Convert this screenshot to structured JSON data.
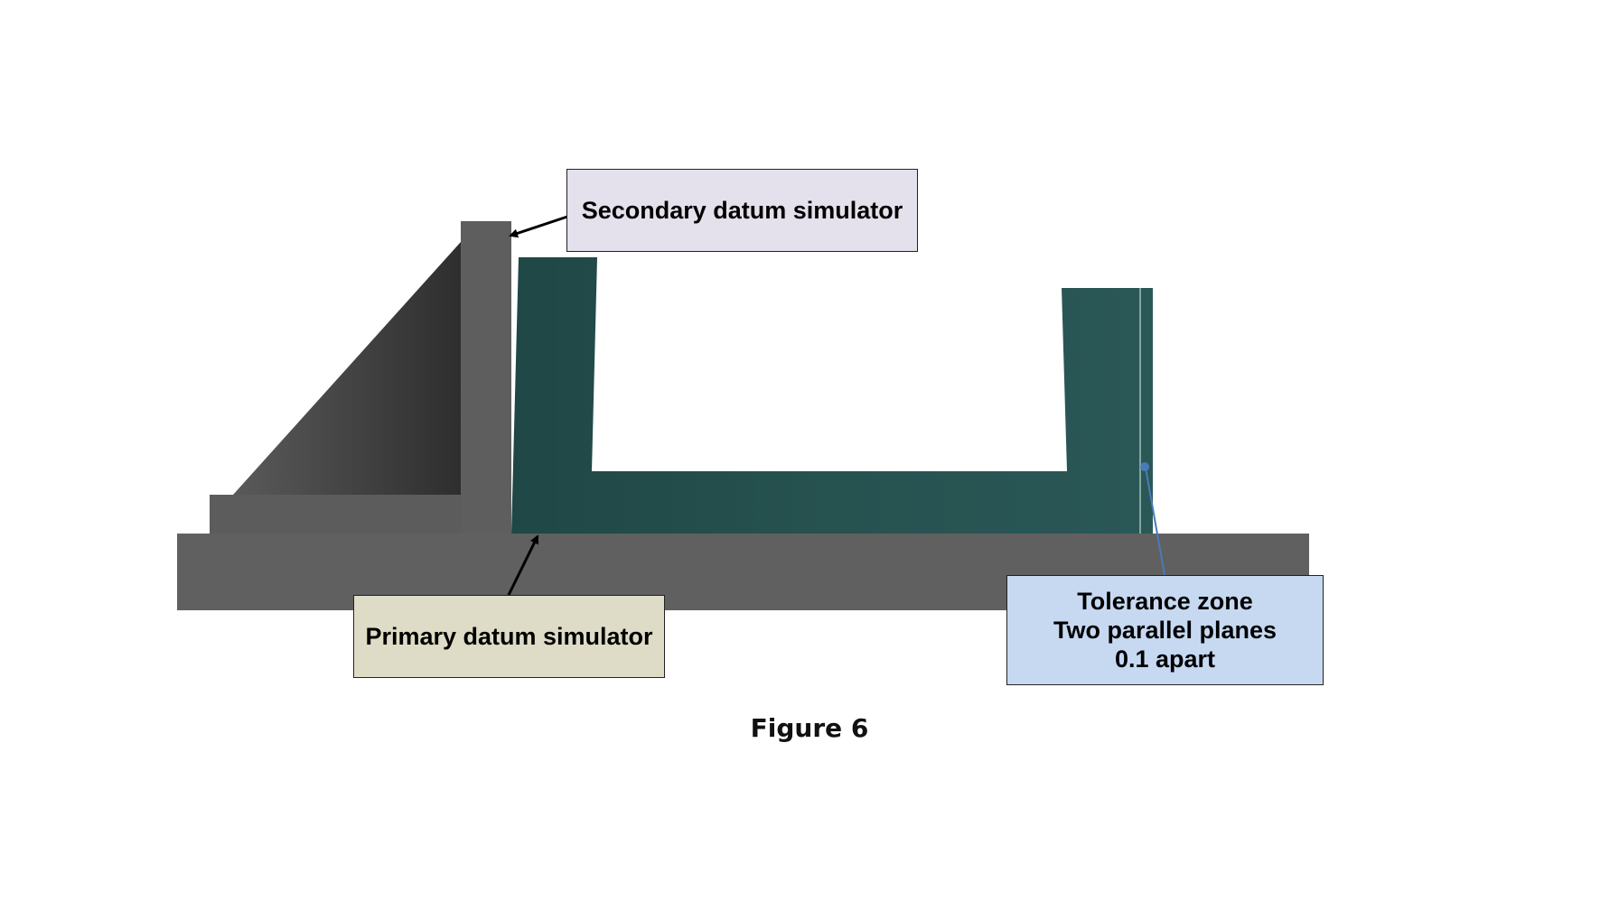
{
  "callouts": {
    "secondary": "Secondary datum simulator",
    "primary": "Primary datum simulator",
    "tolerance": {
      "line1": "Tolerance zone",
      "line2": "Two parallel planes",
      "line3": "0.1 apart"
    }
  },
  "caption": "Figure 6",
  "colors": {
    "fixture_gray": "#5e5e5e",
    "part_teal": "#24504e",
    "secondary_label_bg": "#e4e0ec",
    "primary_label_bg": "#dedcc6",
    "tolerance_label_bg": "#c6d9f1",
    "leader_blue": "#4a7ab8"
  }
}
